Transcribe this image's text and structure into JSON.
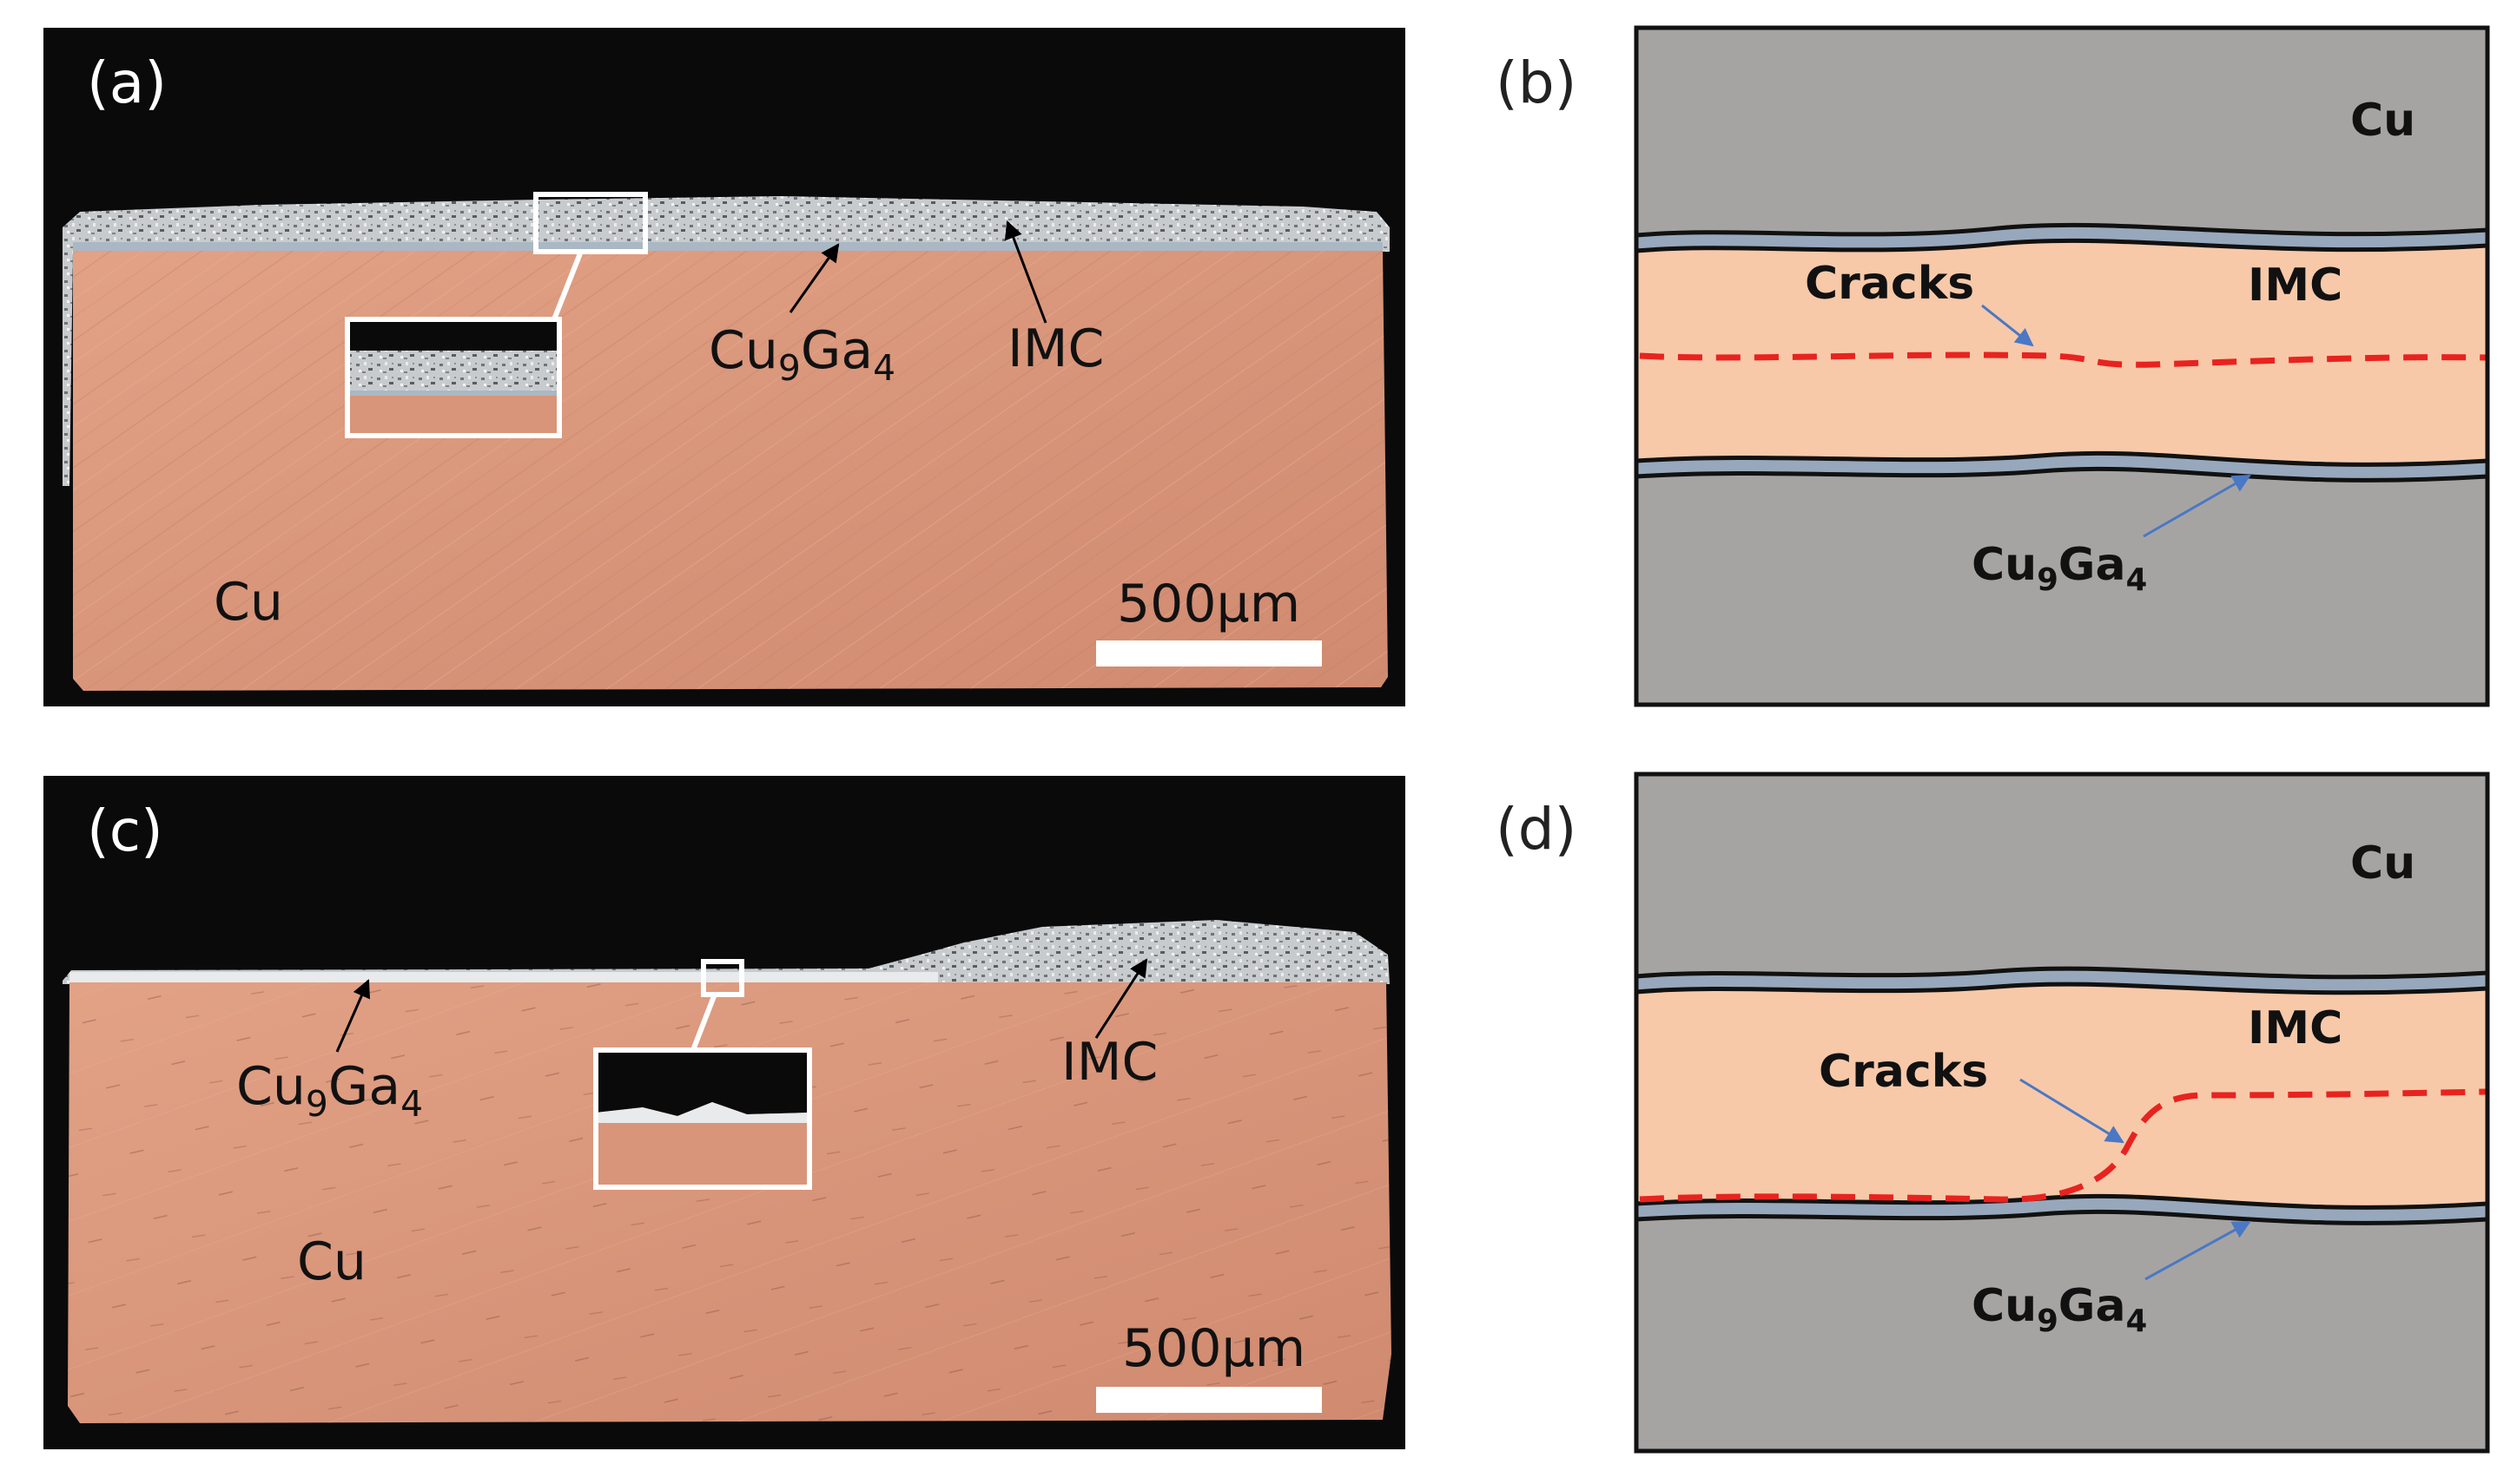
{
  "panels": {
    "a": {
      "label": "(a)",
      "labels": {
        "cu": "Cu",
        "cu9ga4_base": "Cu",
        "cu9ga4_sub1": "9",
        "cu9ga4_mid": "Ga",
        "cu9ga4_sub2": "4",
        "imc": "IMC"
      },
      "scale_bar": "500μm"
    },
    "b": {
      "label": "(b)",
      "labels": {
        "cu": "Cu",
        "cracks": "Cracks",
        "imc": "IMC",
        "cu9ga4_base": "Cu",
        "cu9ga4_sub1": "9",
        "cu9ga4_mid": "Ga",
        "cu9ga4_sub2": "4"
      }
    },
    "c": {
      "label": "(c)",
      "labels": {
        "cu": "Cu",
        "cu9ga4_base": "Cu",
        "cu9ga4_sub1": "9",
        "cu9ga4_mid": "Ga",
        "cu9ga4_sub2": "4",
        "imc": "IMC"
      },
      "scale_bar": "500μm"
    },
    "d": {
      "label": "(d)",
      "labels": {
        "cu": "Cu",
        "cracks": "Cracks",
        "imc": "IMC",
        "cu9ga4_base": "Cu",
        "cu9ga4_sub1": "9",
        "cu9ga4_mid": "Ga",
        "cu9ga4_sub2": "4"
      }
    }
  },
  "colors": {
    "copper": "#d9967c",
    "background_dark": "#0a0a0a",
    "imc_layer": "#bfc3c7",
    "schematic_cu": "#a6a4a3",
    "schematic_imc": "#f7c9a9",
    "schematic_cu9ga4": "#98a8bc",
    "crack": "#e8231f",
    "arrow_blue": "#4a78c4"
  }
}
